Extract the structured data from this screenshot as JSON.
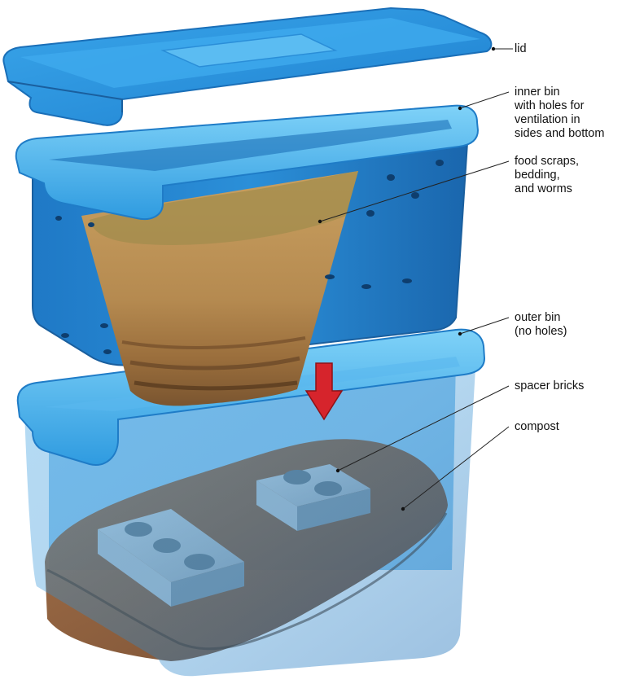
{
  "labels": {
    "lid": [
      "lid"
    ],
    "inner_bin": [
      "inner bin",
      "with holes for",
      "ventilation in",
      "sides and bottom"
    ],
    "contents": [
      "food scraps,",
      "bedding,",
      "and worms"
    ],
    "outer_bin": [
      "outer bin",
      "(no holes)"
    ],
    "spacer_bricks": [
      "spacer bricks"
    ],
    "compost": [
      "compost"
    ]
  },
  "colors": {
    "bin_blue": "#2d8fd6",
    "bin_light": "#5bb8f0",
    "bin_dark": "#1a5f9e",
    "rim_top": "#6ec8f5",
    "soil": "#b08850",
    "soil_dark": "#7a5430",
    "compost": "#8a5a38",
    "brick": "#a9b5bf",
    "arrow": "#d6242c"
  }
}
